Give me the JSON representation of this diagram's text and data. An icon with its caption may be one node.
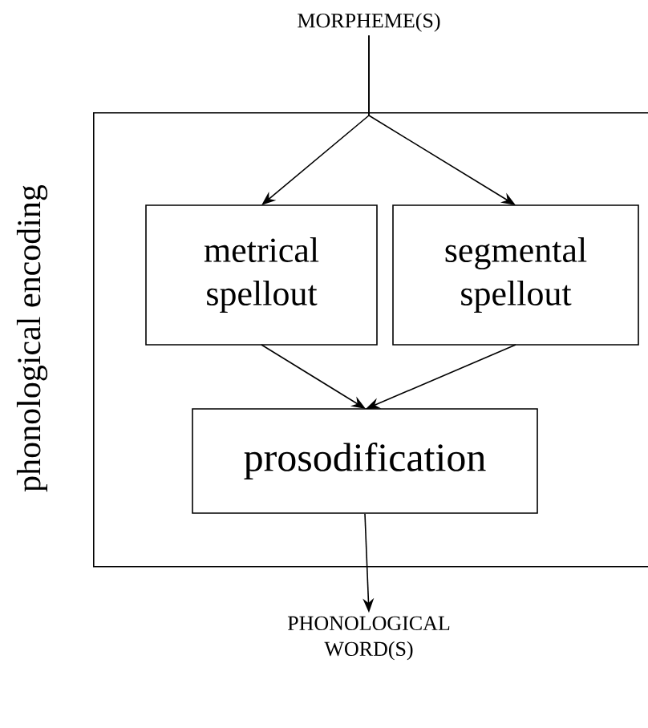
{
  "diagram": {
    "nodes": [
      {
        "text": [
          "MORPHEME(S)"
        ]
      },
      {
        "text": [
          "phonological encoding"
        ]
      },
      {
        "text": [
          "metrical spellout"
        ],
        "in": 1
      },
      {
        "text": [
          "segmental spellout"
        ],
        "in": 1
      },
      {
        "text": [
          "prosodification"
        ],
        "in": 1
      },
      {
        "text": [
          "PHONOLOGICAL WORD(S)"
        ]
      }
    ],
    "edges": [
      {
        "from": 0,
        "to": 2,
        "arrow": "to"
      },
      {
        "from": 0,
        "to": 3,
        "arrow": "to"
      },
      {
        "from": 2,
        "to": 4,
        "arrow": "to"
      },
      {
        "from": 3,
        "to": 4,
        "arrow": "to"
      },
      {
        "from": 4,
        "to": 5,
        "arrow": "to"
      }
    ]
  }
}
